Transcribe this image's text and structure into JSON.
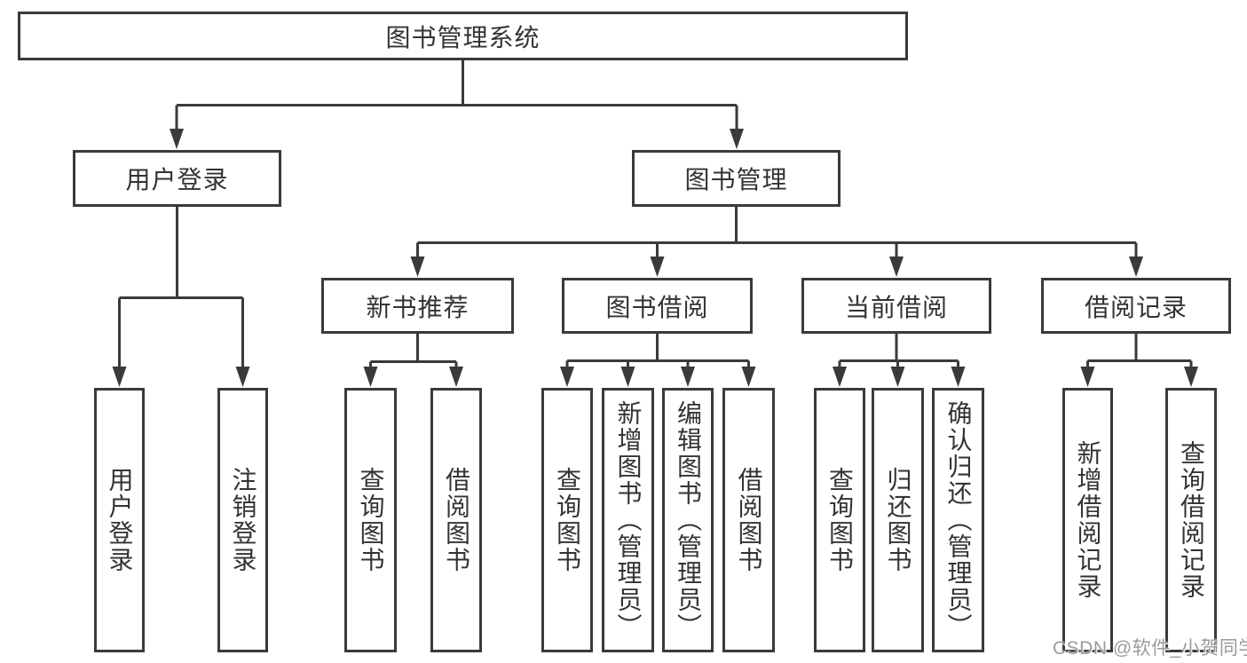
{
  "colors": {
    "line": "#3a3a3a",
    "box_border": "#3a3a3a",
    "box_fill": "#ffffff",
    "text": "#333333",
    "watermark": "#9b9b9b",
    "background": "#ffffff"
  },
  "tree": {
    "label": "图书管理系统",
    "children": [
      {
        "label": "用户登录",
        "children": [
          {
            "label": "用户登录"
          },
          {
            "label": "注销登录"
          }
        ]
      },
      {
        "label": "图书管理",
        "children": [
          {
            "label": "新书推荐",
            "children": [
              {
                "label": "查询图书"
              },
              {
                "label": "借阅图书"
              }
            ]
          },
          {
            "label": "图书借阅",
            "children": [
              {
                "label": "查询图书"
              },
              {
                "label": "新增图书（管理员）"
              },
              {
                "label": "编辑图书（管理员）"
              },
              {
                "label": "借阅图书"
              }
            ]
          },
          {
            "label": "当前借阅",
            "children": [
              {
                "label": "查询图书"
              },
              {
                "label": "归还图书"
              },
              {
                "label": "确认归还（管理员）"
              }
            ]
          },
          {
            "label": "借阅记录",
            "children": [
              {
                "label": "新增借阅记录"
              },
              {
                "label": "查询借阅记录"
              }
            ]
          }
        ]
      }
    ]
  },
  "watermark": {
    "text": "CSDN @软件_小贺同学"
  }
}
